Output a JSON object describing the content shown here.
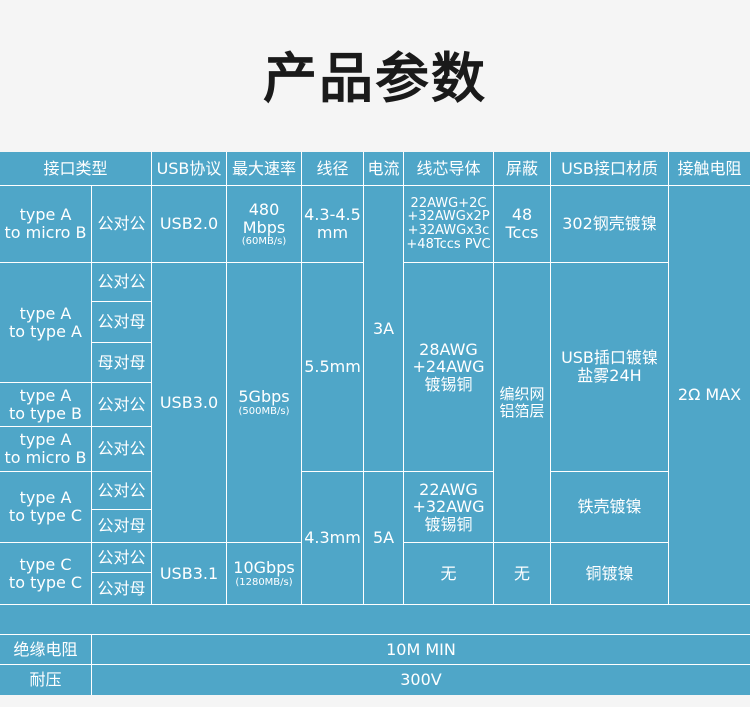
{
  "title": "产品参数",
  "colors": {
    "table_bg": "#4fa6c8",
    "border": "#ffffff",
    "page_bg": "#f5f5f5",
    "title": "#1a1a1a"
  },
  "headers": [
    "接口类型",
    "USB协议",
    "最大速率",
    "线径",
    "电流",
    "线芯导体",
    "屏蔽",
    "USB接口材质",
    "接触电阻"
  ],
  "types": [
    "type A\nto micro B",
    "type A\nto type A",
    "type A\nto type B",
    "type A\nto micro B",
    "type A\nto type C",
    "type C\nto type C"
  ],
  "genders": [
    "公对公",
    "公对公",
    "公对母",
    "母对母",
    "公对公",
    "公对公",
    "公对公",
    "公对母",
    "公对公",
    "公对母"
  ],
  "protocol": [
    "USB2.0",
    "USB3.0",
    "USB3.1"
  ],
  "speed": [
    {
      "main": "480\nMbps",
      "sub": "(60MB/s)"
    },
    {
      "main": "5Gbps",
      "sub": "(500MB/s)"
    },
    {
      "main": "10Gbps",
      "sub": "(1280MB/s)"
    }
  ],
  "diameter": [
    "4.3-4.5\nmm",
    "5.5mm",
    "4.3mm"
  ],
  "current": [
    "3A",
    "5A"
  ],
  "conductor": [
    "22AWG+2C\n+32AWGx2P\n+32AWGx3c\n+48Tccs PVC",
    "28AWG\n+24AWG\n镀锡铜",
    "22AWG\n+32AWG\n镀锡铜",
    "无"
  ],
  "shield": [
    "48\nTccs",
    "编织网\n铝箔层",
    "无"
  ],
  "material": [
    "302钢壳镀镍",
    "USB插口镀镍\n盐雾24H",
    "铁壳镀镍",
    "铜镀镍"
  ],
  "contact_resistance": "2Ω MAX",
  "insulation": {
    "label": "绝缘电阻",
    "value": "10M MIN"
  },
  "voltage": {
    "label": "耐压",
    "value": "300V"
  }
}
